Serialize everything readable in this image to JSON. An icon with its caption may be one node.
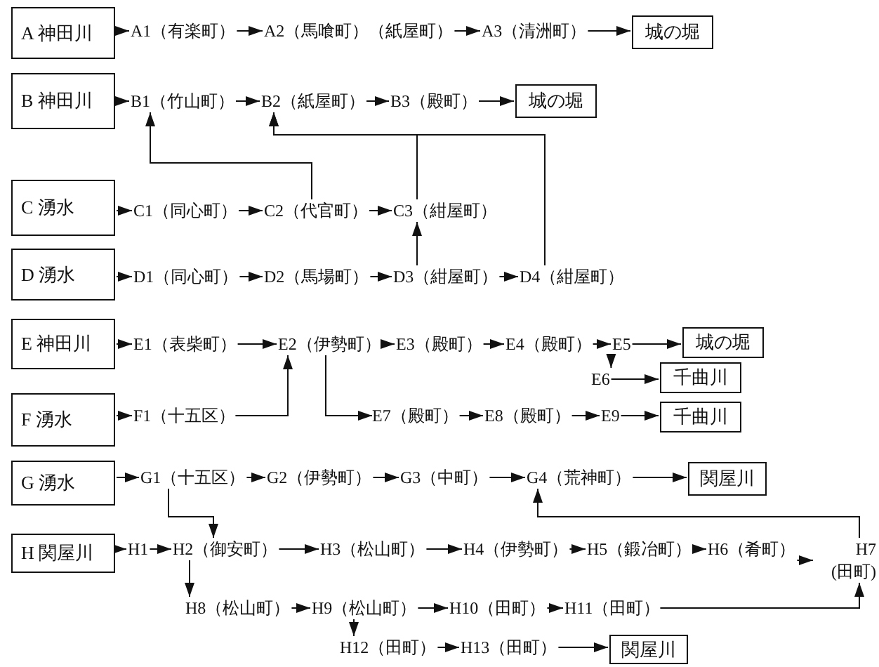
{
  "diagram": {
    "nodes": [
      {
        "text": [
          "A 神田川"
        ]
      },
      {
        "text": [
          "A1（有楽町）"
        ]
      },
      {
        "text": [
          "A2（馬喰町）（紙屋町）"
        ]
      },
      {
        "text": [
          "A3（清洲町）"
        ]
      },
      {
        "text": [
          "城の堀"
        ]
      },
      {
        "text": [
          "B 神田川"
        ]
      },
      {
        "text": [
          "B1（竹山町）"
        ]
      },
      {
        "text": [
          "B2（紙屋町）"
        ]
      },
      {
        "text": [
          "B3（殿町）"
        ]
      },
      {
        "text": [
          "城の堀"
        ]
      },
      {
        "text": [
          "C 湧水"
        ]
      },
      {
        "text": [
          "C1（同心町）"
        ]
      },
      {
        "text": [
          "C2（代官町）"
        ]
      },
      {
        "text": [
          "C3（紺屋町）"
        ]
      },
      {
        "text": [
          "D 湧水"
        ]
      },
      {
        "text": [
          "D1（同心町）"
        ]
      },
      {
        "text": [
          "D2（馬場町）"
        ]
      },
      {
        "text": [
          "D3（紺屋町）"
        ]
      },
      {
        "text": [
          "D4（紺屋町）"
        ]
      },
      {
        "text": [
          "E 神田川"
        ]
      },
      {
        "text": [
          "E1（表柴町）"
        ]
      },
      {
        "text": [
          "E2（伊勢町）"
        ]
      },
      {
        "text": [
          "E3（殿町）"
        ]
      },
      {
        "text": [
          "E4（殿町）"
        ]
      },
      {
        "text": [
          "E5"
        ]
      },
      {
        "text": [
          "城の堀"
        ]
      },
      {
        "text": [
          "E6"
        ]
      },
      {
        "text": [
          "千曲川"
        ]
      },
      {
        "text": [
          "F 湧水"
        ]
      },
      {
        "text": [
          "F1（十五区）"
        ]
      },
      {
        "text": [
          "E7（殿町）"
        ]
      },
      {
        "text": [
          "E8（殿町）"
        ]
      },
      {
        "text": [
          "E9"
        ]
      },
      {
        "text": [
          "千曲川"
        ]
      },
      {
        "text": [
          "G 湧水"
        ]
      },
      {
        "text": [
          "G1（十五区）"
        ]
      },
      {
        "text": [
          "G2（伊勢町）"
        ]
      },
      {
        "text": [
          "G3（中町）"
        ]
      },
      {
        "text": [
          "G4（荒神町）"
        ]
      },
      {
        "text": [
          "関屋川"
        ]
      },
      {
        "text": [
          "H 関屋川"
        ]
      },
      {
        "text": [
          "H1"
        ]
      },
      {
        "text": [
          "H2（御安町）"
        ]
      },
      {
        "text": [
          "H3（松山町）"
        ]
      },
      {
        "text": [
          "H4（伊勢町）"
        ]
      },
      {
        "text": [
          "H5（鍛冶町）"
        ]
      },
      {
        "text": [
          "H6（肴町）"
        ]
      },
      {
        "text": [
          "H7 (田町)"
        ]
      },
      {
        "text": [
          "H8（松山町）"
        ]
      },
      {
        "text": [
          "H9（松山町）"
        ]
      },
      {
        "text": [
          "H10（田町）"
        ]
      },
      {
        "text": [
          "H11（田町）"
        ]
      },
      {
        "text": [
          "H12（田町）"
        ]
      },
      {
        "text": [
          "H13（田町）"
        ]
      },
      {
        "text": [
          "関屋川"
        ]
      }
    ],
    "edges": [
      {
        "from": 0,
        "to": 1,
        "arrow": "to"
      },
      {
        "from": 1,
        "to": 2,
        "arrow": "to"
      },
      {
        "from": 2,
        "to": 3,
        "arrow": "to"
      },
      {
        "from": 3,
        "to": 4,
        "arrow": "to"
      },
      {
        "from": 5,
        "to": 6,
        "arrow": "to"
      },
      {
        "from": 6,
        "to": 7,
        "arrow": "to"
      },
      {
        "from": 7,
        "to": 8,
        "arrow": "to"
      },
      {
        "from": 8,
        "to": 9,
        "arrow": "to"
      },
      {
        "from": 12,
        "to": 6,
        "arrow": "to"
      },
      {
        "from": 13,
        "to": 7,
        "arrow": "to"
      },
      {
        "from": 18,
        "to": 7,
        "arrow": "to"
      },
      {
        "from": 10,
        "to": 11,
        "arrow": "to"
      },
      {
        "from": 11,
        "to": 12,
        "arrow": "to"
      },
      {
        "from": 12,
        "to": 13,
        "arrow": "to"
      },
      {
        "from": 14,
        "to": 15,
        "arrow": "to"
      },
      {
        "from": 15,
        "to": 16,
        "arrow": "to"
      },
      {
        "from": 16,
        "to": 17,
        "arrow": "to"
      },
      {
        "from": 17,
        "to": 18,
        "arrow": "to"
      },
      {
        "from": 17,
        "to": 13,
        "arrow": "to"
      },
      {
        "from": 19,
        "to": 20,
        "arrow": "to"
      },
      {
        "from": 20,
        "to": 21,
        "arrow": "to"
      },
      {
        "from": 21,
        "to": 22,
        "arrow": "to"
      },
      {
        "from": 22,
        "to": 23,
        "arrow": "to"
      },
      {
        "from": 23,
        "to": 24,
        "arrow": "to"
      },
      {
        "from": 24,
        "to": 25,
        "arrow": "to"
      },
      {
        "from": 24,
        "to": 26,
        "arrow": "to"
      },
      {
        "from": 26,
        "to": 27,
        "arrow": "to"
      },
      {
        "from": 28,
        "to": 29,
        "arrow": "to"
      },
      {
        "from": 29,
        "to": 21,
        "arrow": "to"
      },
      {
        "from": 21,
        "to": 30,
        "arrow": "to"
      },
      {
        "from": 30,
        "to": 31,
        "arrow": "to"
      },
      {
        "from": 31,
        "to": 32,
        "arrow": "to"
      },
      {
        "from": 32,
        "to": 33,
        "arrow": "to"
      },
      {
        "from": 34,
        "to": 35,
        "arrow": "to"
      },
      {
        "from": 35,
        "to": 36,
        "arrow": "to"
      },
      {
        "from": 36,
        "to": 37,
        "arrow": "to"
      },
      {
        "from": 37,
        "to": 38,
        "arrow": "to"
      },
      {
        "from": 38,
        "to": 39,
        "arrow": "to"
      },
      {
        "from": 35,
        "to": 42,
        "arrow": "to"
      },
      {
        "from": 47,
        "to": 38,
        "arrow": "to"
      },
      {
        "from": 40,
        "to": 41,
        "arrow": "to"
      },
      {
        "from": 41,
        "to": 42,
        "arrow": "to"
      },
      {
        "from": 42,
        "to": 43,
        "arrow": "to"
      },
      {
        "from": 43,
        "to": 44,
        "arrow": "to"
      },
      {
        "from": 44,
        "to": 45,
        "arrow": "to"
      },
      {
        "from": 45,
        "to": 46,
        "arrow": "to"
      },
      {
        "from": 46,
        "to": 47,
        "arrow": "to"
      },
      {
        "from": 42,
        "to": 48,
        "arrow": "to"
      },
      {
        "from": 48,
        "to": 49,
        "arrow": "to"
      },
      {
        "from": 49,
        "to": 50,
        "arrow": "to"
      },
      {
        "from": 50,
        "to": 51,
        "arrow": "to"
      },
      {
        "from": 51,
        "to": 47,
        "arrow": "to"
      },
      {
        "from": 49,
        "to": 52,
        "arrow": "to"
      },
      {
        "from": 52,
        "to": 53,
        "arrow": "to"
      },
      {
        "from": 53,
        "to": 54,
        "arrow": "to"
      }
    ]
  }
}
